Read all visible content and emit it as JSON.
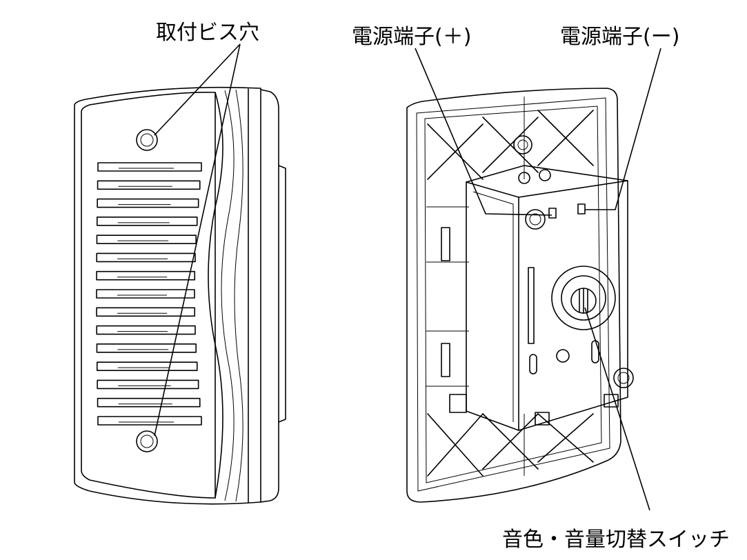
{
  "labels": {
    "screw_holes": "取付ビス穴",
    "power_plus": "電源端子(＋)",
    "power_minus": "電源端子(ー)",
    "tone_switch": "音色・音量切替スイッチ"
  },
  "colors": {
    "line": "#000000",
    "background": "#ffffff"
  }
}
